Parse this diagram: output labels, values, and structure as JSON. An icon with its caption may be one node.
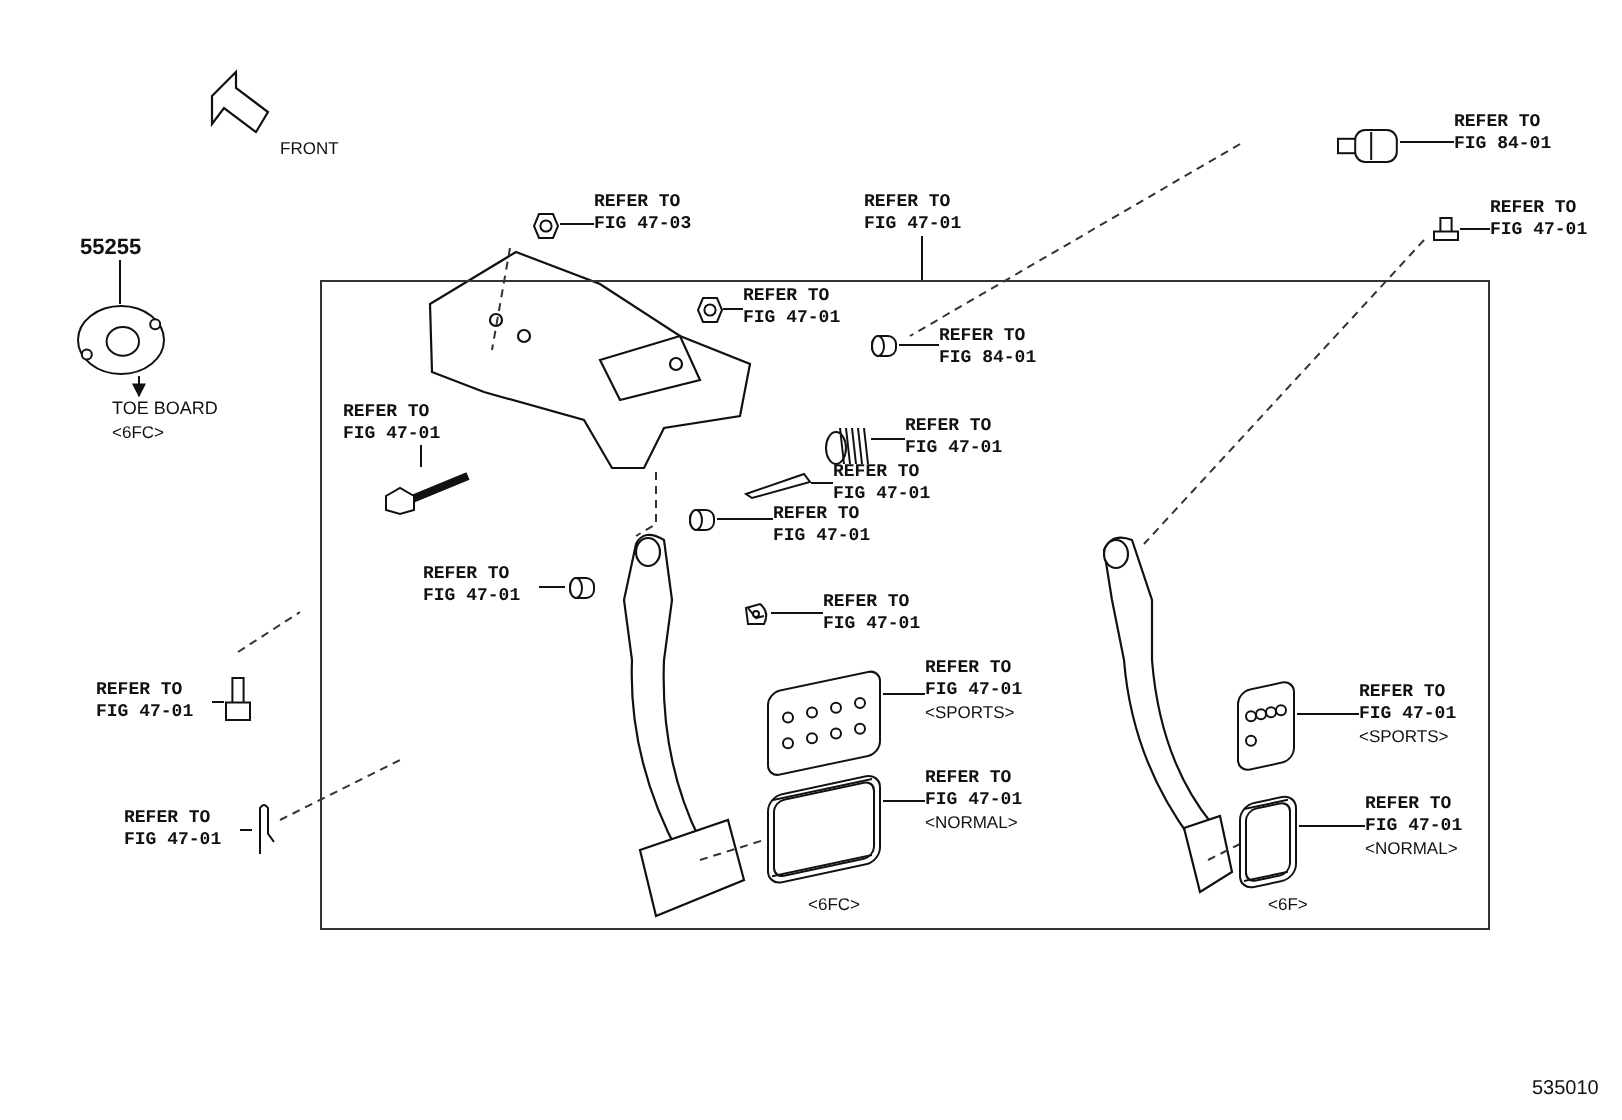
{
  "diagram": {
    "nodes": [
      {
        "text": [
          "55255"
        ]
      },
      {
        "text": [],
        "shape": "picture"
      },
      {
        "text": [
          "TOE BOARD",
          "<6FC>"
        ]
      },
      {
        "text": [
          "REFER TO FIG 47-03"
        ]
      },
      {
        "text": [],
        "shape": "picture"
      },
      {
        "text": [],
        "shape": "box"
      },
      {
        "text": [
          "REFER TO FIG 47-01"
        ]
      },
      {
        "text": [
          "REFER TO FIG 84-01"
        ]
      },
      {
        "text": [],
        "shape": "picture"
      },
      {
        "text": [
          "REFER TO FIG 47-01"
        ]
      },
      {
        "text": [],
        "shape": "picture"
      },
      {
        "text": [
          "REFER TO FIG 47-01"
        ],
        "in": 5
      },
      {
        "text": [],
        "shape": "picture",
        "in": 5
      },
      {
        "text": [
          "REFER TO FIG 84-01"
        ],
        "in": 5
      },
      {
        "text": [],
        "shape": "picture",
        "in": 5
      },
      {
        "text": [
          "REFER TO FIG 47-01"
        ],
        "in": 5
      },
      {
        "text": [],
        "shape": "picture",
        "in": 5
      },
      {
        "text": [
          "REFER TO FIG 47-01"
        ],
        "in": 5
      },
      {
        "text": [],
        "shape": "picture",
        "in": 5
      },
      {
        "text": [
          "REFER TO FIG 47-01"
        ],
        "in": 5
      },
      {
        "text": [],
        "shape": "picture",
        "in": 5
      },
      {
        "text": [
          "REFER TO FIG 47-01"
        ],
        "in": 5
      },
      {
        "text": [],
        "shape": "picture",
        "in": 5
      },
      {
        "text": [
          "REFER TO FIG 47-01"
        ],
        "in": 5
      },
      {
        "text": [],
        "shape": "picture",
        "in": 5
      },
      {
        "text": [
          "REFER TO FIG 47-01"
        ],
        "in": 5
      },
      {
        "text": [],
        "shape": "picture",
        "in": 5
      },
      {
        "text": [
          "REFER TO FIG 47-01",
          "<SPORTS>"
        ],
        "in": 5
      },
      {
        "text": [],
        "shape": "picture",
        "in": 5
      },
      {
        "text": [
          "REFER TO FIG 47-01",
          "<NORMAL>"
        ],
        "in": 5
      },
      {
        "text": [],
        "shape": "picture",
        "in": 5
      },
      {
        "text": [
          "REFER TO FIG 47-01",
          "<SPORTS>"
        ],
        "in": 5
      },
      {
        "text": [],
        "shape": "picture",
        "in": 5
      },
      {
        "text": [
          "REFER TO FIG 47-01",
          "<NORMAL>"
        ],
        "in": 5
      },
      {
        "text": [],
        "shape": "picture",
        "in": 5
      },
      {
        "text": [
          "REFER TO FIG 47-01"
        ]
      },
      {
        "text": [],
        "shape": "picture"
      },
      {
        "text": [
          "REFER TO FIG 47-01"
        ]
      },
      {
        "text": [],
        "shape": "picture"
      }
    ],
    "edges": [
      {
        "from": 0,
        "to": 1,
        "arrow": "none"
      },
      {
        "from": 1,
        "to": 2,
        "arrow": "to"
      },
      {
        "from": 3,
        "to": 4,
        "arrow": "none"
      },
      {
        "from": 6,
        "to": 5,
        "arrow": "none"
      },
      {
        "from": 7,
        "to": 8,
        "arrow": "none"
      },
      {
        "from": 9,
        "to": 10,
        "arrow": "none"
      },
      {
        "from": 11,
        "to": 12,
        "arrow": "none"
      },
      {
        "from": 13,
        "to": 14,
        "arrow": "none"
      },
      {
        "from": 15,
        "to": 16,
        "arrow": "none"
      },
      {
        "from": 17,
        "to": 18,
        "arrow": "none"
      },
      {
        "from": 19,
        "to": 20,
        "arrow": "none"
      },
      {
        "from": 21,
        "to": 22,
        "arrow": "none"
      },
      {
        "from": 23,
        "to": 24,
        "arrow": "none"
      },
      {
        "from": 25,
        "to": 26,
        "arrow": "none"
      },
      {
        "from": 27,
        "to": 28,
        "arrow": "none"
      },
      {
        "from": 29,
        "to": 30,
        "arrow": "none"
      },
      {
        "from": 31,
        "to": 32,
        "arrow": "none"
      },
      {
        "from": 33,
        "to": 34,
        "arrow": "none"
      },
      {
        "from": 35,
        "to": 36,
        "arrow": "none"
      },
      {
        "from": 37,
        "to": 38,
        "arrow": "none"
      }
    ],
    "labels": [
      "FRONT",
      "<6FC>",
      "<6F>",
      "535010"
    ]
  }
}
